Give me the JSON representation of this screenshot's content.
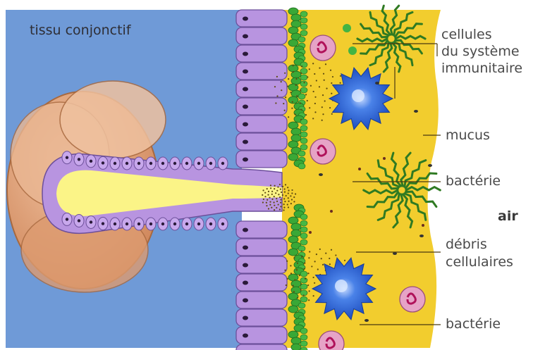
{
  "title": "tissu conjonctif",
  "labels": {
    "immune_line1": "cellules",
    "immune_line2": "du système",
    "immune_line3": "immunitaire",
    "mucus": "mucus",
    "bacteria_top": "bactérie",
    "air": "air",
    "debris_line1": "débris",
    "debris_line2": "cellulaires",
    "bacteria_bottom": "bactérie"
  },
  "colors": {
    "connective_tissue": "#6f9ad7",
    "mucus": "#f2cd2e",
    "epithelial_cell": "#b894e0",
    "cilia": "#3aa836",
    "immune_cell": "#2f68d8",
    "bacteria": "#2f7a22",
    "gland": "#e4a57a",
    "gland_lumen": "#fbf487"
  }
}
